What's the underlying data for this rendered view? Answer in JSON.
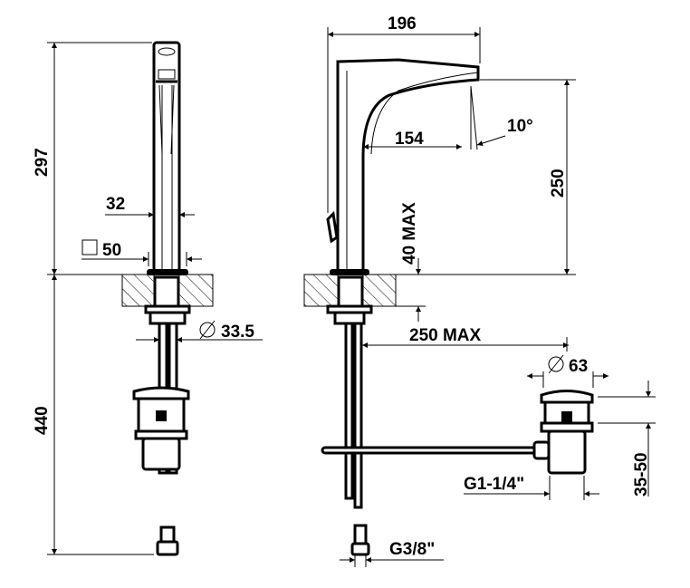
{
  "drawing": {
    "front_view": {
      "height_label": "297",
      "below_deck_label": "440",
      "spout_width_label": "32",
      "base_label": "50",
      "shank_diameter_label": "33.5"
    },
    "side_view": {
      "reach_label": "196",
      "spout_outlet_label": "154",
      "angle_label": "10°",
      "outlet_height_label": "250",
      "deck_thickness_label": "40 MAX",
      "drain_distance_label": "250 MAX",
      "drain_diameter_label": "63",
      "drain_height_label": "35-50",
      "drain_thread_label": "G1-1/4\"",
      "supply_thread_label": "G3/8\""
    },
    "colors": {
      "line": "#000000",
      "background": "#ffffff"
    }
  }
}
